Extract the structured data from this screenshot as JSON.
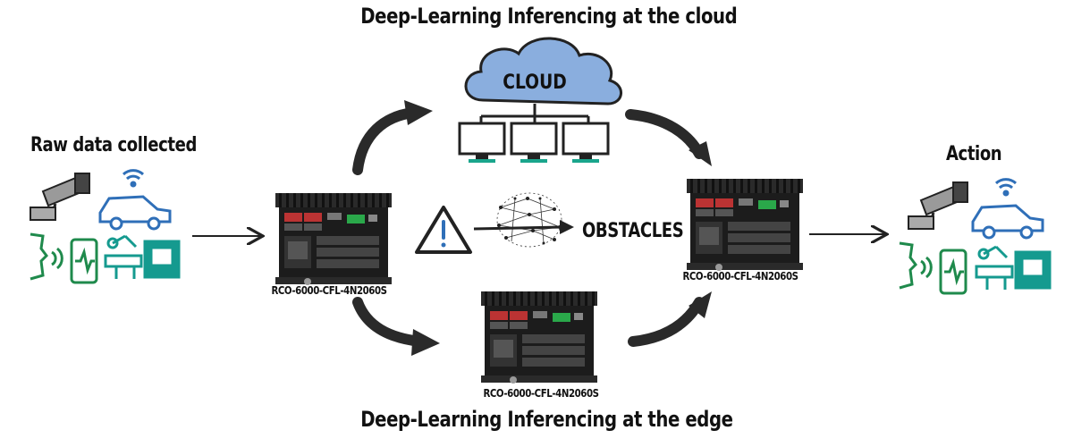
{
  "diagram": {
    "top_title": "Deep-Learning Inferencing at the cloud",
    "bottom_title": "Deep-Learning Inferencing at the edge",
    "cloud_label": "CLOUD",
    "raw_data_label": "Raw data collected",
    "action_label": "Action",
    "obstacles_label": "OBSTACLES",
    "device_left_label": "RCO-6000-CFL-4N2060S",
    "device_right_label": "RCO-6000-CFL-4N2060S",
    "device_bottom_label": "RCO-6000-CFL-4N2060S"
  },
  "colors": {
    "cloud_fill": "#8aaede",
    "green": "#1f8a4c",
    "teal": "#159a8f",
    "blue": "#2f6fb8",
    "arrow": "#2a2a2a",
    "device": "#1a1a1a",
    "screen_base": "#1aa58c"
  }
}
